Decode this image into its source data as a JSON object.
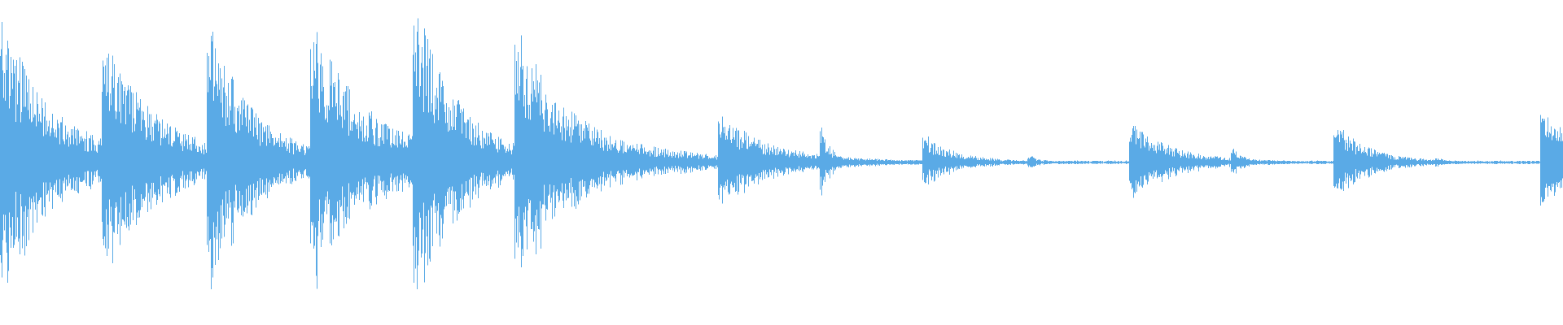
{
  "waveform": {
    "color": "#5aaae6",
    "baseline_amplitude": 0.012,
    "transients": [
      {
        "time": 0.0,
        "peak": 0.92,
        "decay": 0.03,
        "tail": 0.1
      },
      {
        "time": 0.067,
        "peak": 0.72,
        "decay": 0.028,
        "tail": 0.18
      },
      {
        "time": 0.134,
        "peak": 0.86,
        "decay": 0.025,
        "tail": 0.1
      },
      {
        "time": 0.2,
        "peak": 0.82,
        "decay": 0.028,
        "tail": 0.2
      },
      {
        "time": 0.266,
        "peak": 0.96,
        "decay": 0.025,
        "tail": 0.12
      },
      {
        "time": 0.331,
        "peak": 0.78,
        "decay": 0.03,
        "tail": 0.16
      },
      {
        "time": 0.461,
        "peak": 0.3,
        "decay": 0.03,
        "tail": 0.1
      },
      {
        "time": 0.526,
        "peak": 0.24,
        "decay": 0.006,
        "tail": 0.03
      },
      {
        "time": 0.592,
        "peak": 0.17,
        "decay": 0.02,
        "tail": 0.08
      },
      {
        "time": 0.659,
        "peak": 0.04,
        "decay": 0.01,
        "tail": 0.02
      },
      {
        "time": 0.724,
        "peak": 0.25,
        "decay": 0.025,
        "tail": 0.08
      },
      {
        "time": 0.789,
        "peak": 0.09,
        "decay": 0.008,
        "tail": 0.03
      },
      {
        "time": 0.855,
        "peak": 0.25,
        "decay": 0.02,
        "tail": 0.07
      },
      {
        "time": 0.92,
        "peak": 0.03,
        "decay": 0.006,
        "tail": 0.02
      },
      {
        "time": 0.987,
        "peak": 0.35,
        "decay": 0.02,
        "tail": 0.1
      }
    ],
    "swells": [
      {
        "time": 0.04,
        "width": 0.015,
        "level": 0.03
      },
      {
        "time": 0.12,
        "width": 0.008,
        "level": 0.04
      },
      {
        "time": 0.168,
        "width": 0.004,
        "level": 0.05
      },
      {
        "time": 0.186,
        "width": 0.004,
        "level": 0.04
      },
      {
        "time": 0.283,
        "width": 0.008,
        "level": 0.05
      },
      {
        "time": 0.3,
        "width": 0.004,
        "level": 0.05
      },
      {
        "time": 0.318,
        "width": 0.004,
        "level": 0.03
      },
      {
        "time": 0.42,
        "width": 0.02,
        "level": 0.035
      },
      {
        "time": 0.5,
        "width": 0.018,
        "level": 0.01
      }
    ]
  }
}
